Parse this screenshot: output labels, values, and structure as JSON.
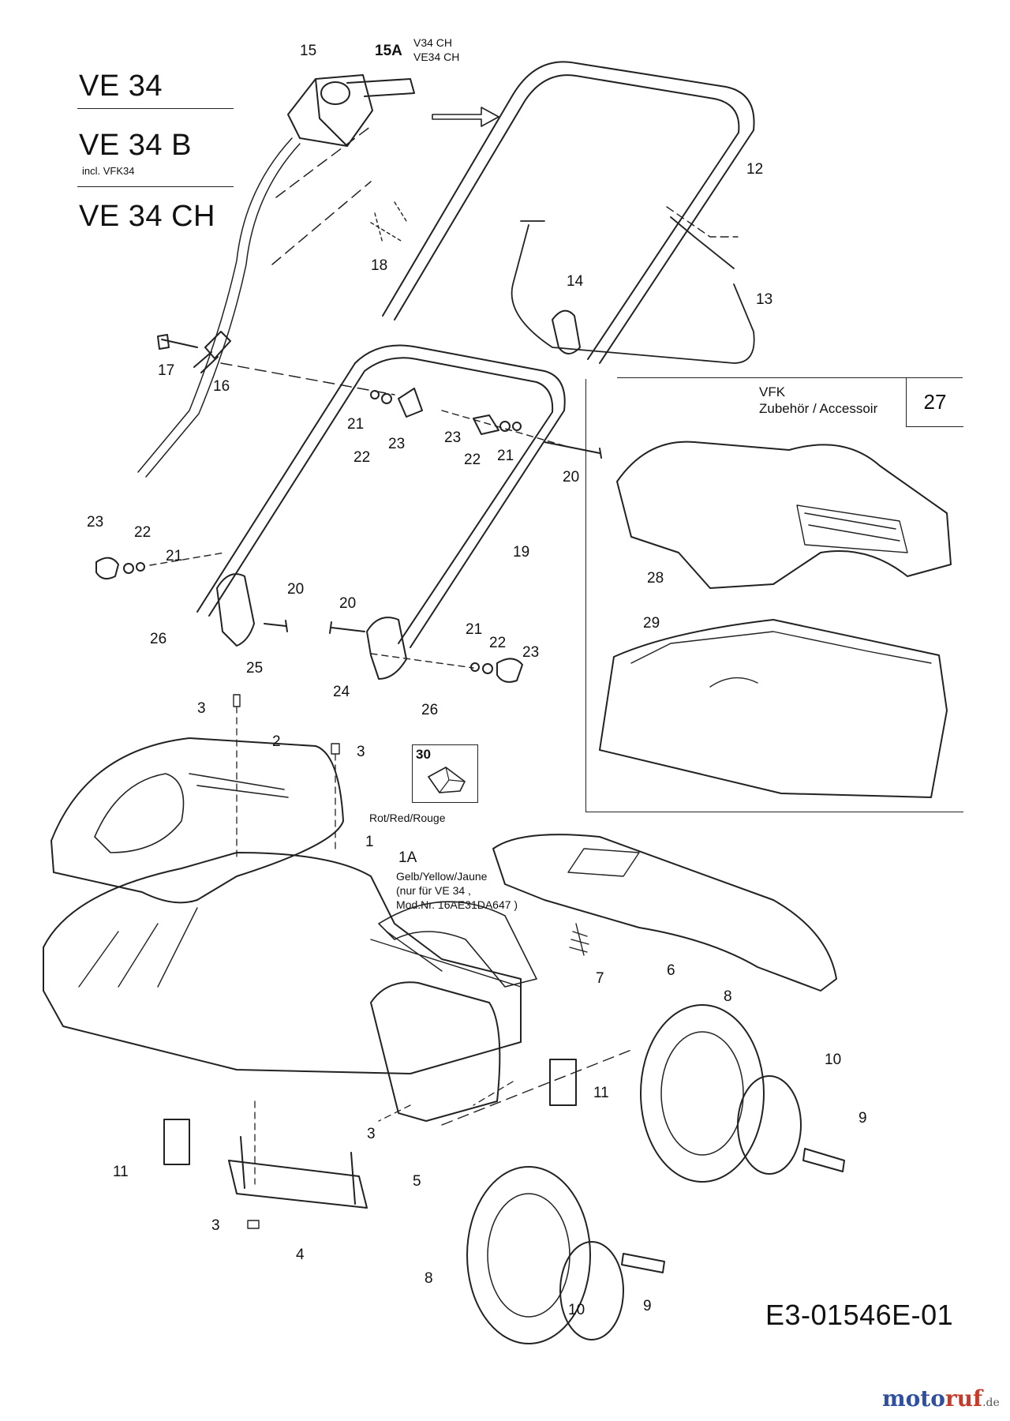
{
  "models": [
    "VE 34",
    "VE 34 B",
    "VE 34 CH"
  ],
  "model_sub": "incl. VFK34",
  "variant_labels": [
    "V34 CH",
    "VE34 CH"
  ],
  "vfk_box": {
    "title": "VFK",
    "subtitle": "Zubehör / Accessoir",
    "number": "27"
  },
  "notes": {
    "red": "Rot/Red/Rouge",
    "yellow": "Gelb/Yellow/Jaune",
    "yellow_note_1": "(nur für VE 34 ,",
    "yellow_note_2": "Mod.Nr. 16AE31DA647 )"
  },
  "part_labels": {
    "p1": "1",
    "p1A": "1A",
    "p2": "2",
    "p3": "3",
    "p4": "4",
    "p5": "5",
    "p6": "6",
    "p7": "7",
    "p8": "8",
    "p9": "9",
    "p10": "10",
    "p11": "11",
    "p12": "12",
    "p13": "13",
    "p14": "14",
    "p15": "15",
    "p15A": "15A",
    "p16": "16",
    "p17": "17",
    "p18": "18",
    "p19": "19",
    "p20": "20",
    "p21": "21",
    "p22": "22",
    "p23": "23",
    "p24": "24",
    "p25": "25",
    "p26": "26",
    "p28": "28",
    "p29": "29",
    "p30": "30"
  },
  "drawing_code": "E3-01546E-01",
  "brand": {
    "part1": "moto",
    "part2": "ruf",
    "tld": ".de"
  }
}
